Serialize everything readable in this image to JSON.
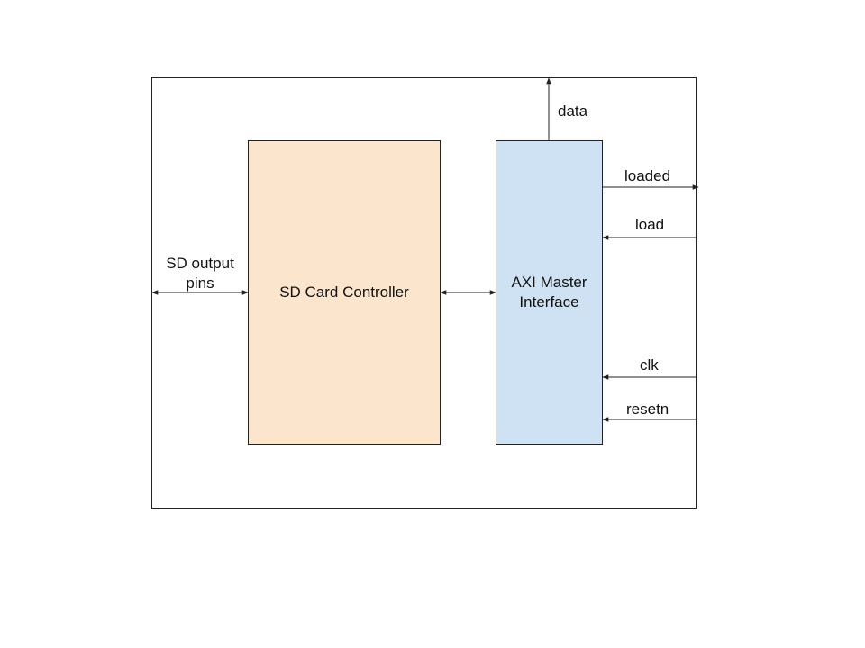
{
  "blocks": {
    "sd_controller": {
      "label": "SD Card Controller",
      "fill": "#fce5cd"
    },
    "axi_master": {
      "label": "AXI Master\nInterface",
      "fill": "#cfe2f3"
    }
  },
  "signals": {
    "sd_pins": "SD output\npins",
    "data": "data",
    "loaded": "loaded",
    "load": "load",
    "clk": "clk",
    "resetn": "resetn"
  },
  "colors": {
    "line": "#222222",
    "text": "#111111",
    "background": "#ffffff"
  }
}
